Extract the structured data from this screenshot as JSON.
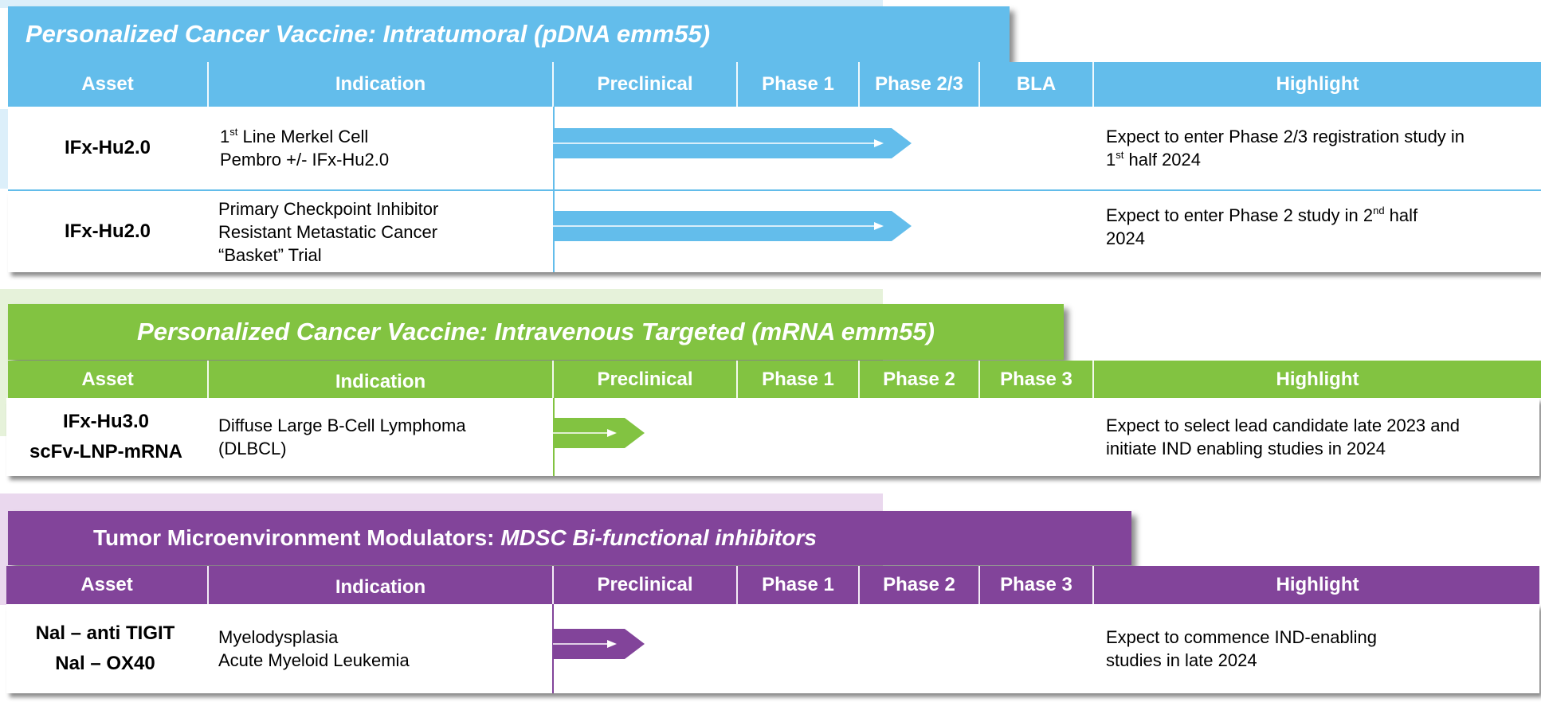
{
  "colors": {
    "blue": "#63BDEB",
    "blue_tint": "#DCEFFA",
    "green": "#82C341",
    "green_tint": "#E6F2DA",
    "purple": "#82449A",
    "purple_tint": "#EAD8EE"
  },
  "sections": [
    {
      "title_part1": "Personalized Cancer Vaccine: Intratumoral (pDNA emm55)",
      "title_part2": "",
      "headers": {
        "asset": "Asset",
        "indication": "Indication",
        "preclinical": "Preclinical",
        "phase_a": "Phase 1",
        "phase_b": "Phase 2/3",
        "phase_c": "BLA",
        "highlight": "Highlight"
      },
      "rows": [
        {
          "asset_line1": "IFx-Hu2.0",
          "asset_line2": "",
          "ind_line1_pre": "1",
          "ind_line1_sup": "st",
          "ind_line1_post": " Line Merkel Cell",
          "ind_line2": "Pembro +/- IFx-Hu2.0",
          "ind_line3": "",
          "progress_stage": "Phase 2/3",
          "hl_line1": "Expect to enter Phase 2/3 registration study in",
          "hl_line2_pre": "1",
          "hl_line2_sup": "st",
          "hl_line2_post": " half 2024"
        },
        {
          "asset_line1": "IFx-Hu2.0",
          "asset_line2": "",
          "ind_line1_pre": "Primary Checkpoint Inhibitor",
          "ind_line1_sup": "",
          "ind_line1_post": "",
          "ind_line2": "Resistant Metastatic Cancer",
          "ind_line3": "“Basket” Trial",
          "progress_stage": "Phase 2/3",
          "hl_line1_pre": "Expect to enter Phase 2 study in 2",
          "hl_line1_sup": "nd",
          "hl_line1_post": " half",
          "hl_line2": "2024"
        }
      ]
    },
    {
      "title_part1": "Personalized Cancer Vaccine: Intravenous Targeted (mRNA emm55)",
      "title_part2": "",
      "headers": {
        "asset": "Asset",
        "indication": "Indication",
        "preclinical": "Preclinical",
        "phase_a": "Phase 1",
        "phase_b": "Phase 2",
        "phase_c": "Phase 3",
        "highlight": "Highlight"
      },
      "rows": [
        {
          "asset_line1": "IFx-Hu3.0",
          "asset_line2": "scFv-LNP-mRNA",
          "ind_line1": "Diffuse Large B-Cell Lymphoma",
          "ind_line2": "(DLBCL)",
          "progress_stage": "Preclinical",
          "hl_line1": "Expect to select lead candidate late 2023 and",
          "hl_line2": "initiate IND enabling studies in 2024"
        }
      ]
    },
    {
      "title_part1": "Tumor Microenvironment Modulators: ",
      "title_part2": "MDSC Bi-functional inhibitors",
      "headers": {
        "asset": "Asset",
        "indication": "Indication",
        "preclinical": "Preclinical",
        "phase_a": "Phase 1",
        "phase_b": "Phase 2",
        "phase_c": "Phase 3",
        "highlight": "Highlight"
      },
      "rows": [
        {
          "asset_line1": "Nal – anti TIGIT",
          "asset_line2": "Nal – OX40",
          "ind_line1": "Myelodysplasia",
          "ind_line2": "Acute Myeloid Leukemia",
          "progress_stage": "Preclinical",
          "hl_line1": "Expect to commence IND-enabling",
          "hl_line2": "studies in late 2024"
        }
      ]
    }
  ]
}
